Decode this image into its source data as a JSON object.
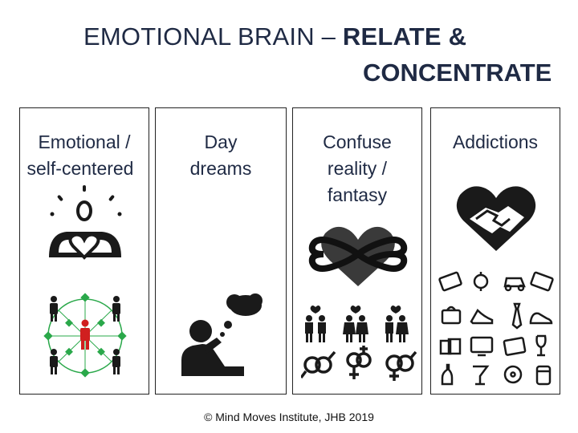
{
  "title": {
    "part1": "EMOTIONAL BRAIN – ",
    "part2": "RELATE &",
    "part3": "CONCENTRATE"
  },
  "columns": [
    {
      "label_line1": "Emotional /",
      "label_line2": "self-centered"
    },
    {
      "label_line1": "Day",
      "label_line2": "dreams"
    },
    {
      "label_line1": "Confuse",
      "label_line2": "reality /",
      "label_line3": "fantasy"
    },
    {
      "label_line1": "Addictions"
    }
  ],
  "footer": "© Mind Moves Institute, JHB 2019",
  "colors": {
    "text": "#1f2a44",
    "icon": "#1a1a1a",
    "accent_red": "#d01f1f",
    "accent_green": "#2aa84a"
  }
}
